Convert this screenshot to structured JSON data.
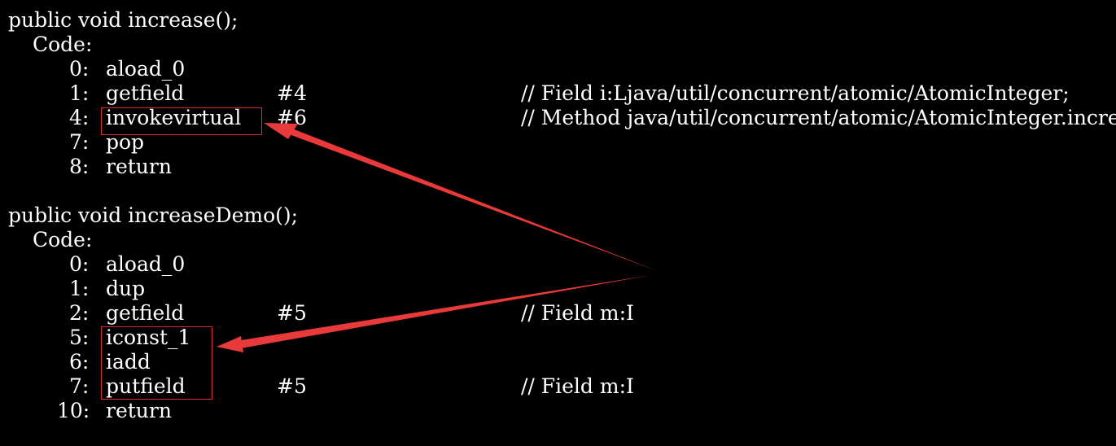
{
  "terminal": {
    "lines": [
      {
        "sig": "public void increase();"
      },
      {
        "label": "Code:"
      },
      {
        "idx": "0:",
        "op": "aload_0"
      },
      {
        "idx": "1:",
        "op": "getfield",
        "arg": "#4",
        "comment": "// Field i:Ljava/util/concurrent/atomic/AtomicInteger;"
      },
      {
        "idx": "4:",
        "op": "invokevirtual",
        "arg": "#6",
        "comment": "// Method java/util/concurrent/atomic/AtomicInteger.incrementAndGet:()I"
      },
      {
        "idx": "7:",
        "op": "pop"
      },
      {
        "idx": "8:",
        "op": "return"
      },
      {},
      {
        "sig": "public void increaseDemo();"
      },
      {
        "label": "Code:"
      },
      {
        "idx": "0:",
        "op": "aload_0"
      },
      {
        "idx": "1:",
        "op": "dup"
      },
      {
        "idx": "2:",
        "op": "getfield",
        "arg": "#5",
        "comment": "// Field m:I"
      },
      {
        "idx": "5:",
        "op": "iconst_1"
      },
      {
        "idx": "6:",
        "op": "iadd"
      },
      {
        "idx": "7:",
        "op": "putfield",
        "arg": "#5",
        "comment": "// Field m:I"
      },
      {
        "idx": "10:",
        "op": "return"
      }
    ]
  },
  "annotation": {
    "color": "#e02a2a",
    "highlighted": [
      "invokevirtual",
      "iconst_1 / iadd / putfield"
    ]
  }
}
